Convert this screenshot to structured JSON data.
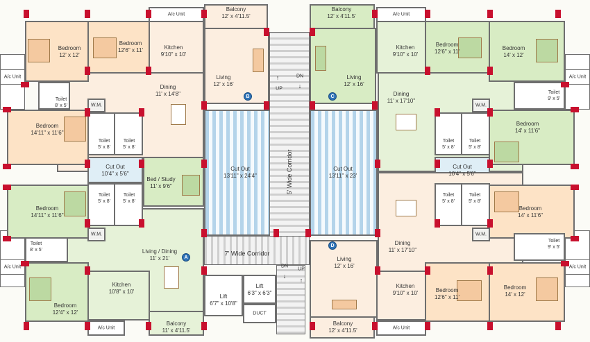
{
  "rooms": {
    "ac_tl": {
      "name": "A/c Unit"
    },
    "balcony_b": {
      "name": "Balcony",
      "size": "12' x 4'11.5'"
    },
    "bedroom_b1": {
      "name": "Bedroom",
      "size": "12' x 12'"
    },
    "bedroom_b2": {
      "name": "Bedroom",
      "size": "12'6\" x 11'"
    },
    "kitchen_b": {
      "name": "Kitchen",
      "size": "9'10\" x 10'"
    },
    "living_b": {
      "name": "Living",
      "size": "12' x 16'"
    },
    "ac_left1": {
      "name": "A/c Unit"
    },
    "toilet_b": {
      "name": "Toilet",
      "size": "8' x 5'"
    },
    "dining_b": {
      "name": "Dining",
      "size": "11' x 14'8\""
    },
    "wm_b": {
      "name": "W.M."
    },
    "bedroom_b3": {
      "name": "Bedroom",
      "size": "14'11\" x 11'6\""
    },
    "toilet_b2": {
      "name": "Toilet",
      "size": "5' x 8'"
    },
    "toilet_b3": {
      "name": "Toilet",
      "size": "5' x 8'"
    },
    "cutout_left": {
      "name": "Cut Out",
      "size": "10'4\" x 5'6\""
    },
    "cutout_a": {
      "name": "Cut Out",
      "size": "13'11\" x 24'4\""
    },
    "corridor5": {
      "name": "5' Wide Corridor"
    },
    "cutout_b": {
      "name": "Cut Out",
      "size": "13'11\" x 23'"
    },
    "bed_study": {
      "name": "Bed / Study",
      "size": "11' x 9'6\""
    },
    "bedroom_a1": {
      "name": "Bedroom",
      "size": "14'11\" x 11'6\""
    },
    "toilet_a2": {
      "name": "Toilet",
      "size": "5' x 8'"
    },
    "toilet_a3": {
      "name": "Toilet",
      "size": "5' x 8'"
    },
    "wm_a": {
      "name": "W.M."
    },
    "toilet_a": {
      "name": "Toilet",
      "size": "8' x 5'"
    },
    "living_dining_a": {
      "name": "Living / Dining",
      "size": "11' x 21'"
    },
    "corridor7": {
      "name": "7' Wide Corridor"
    },
    "ac_left2": {
      "name": "A/c Unit"
    },
    "kitchen_a": {
      "name": "Kitchen",
      "size": "10'8\" x 10'"
    },
    "bedroom_a2": {
      "name": "Bedroom",
      "size": "12'4\" x 12'"
    },
    "ac_bl": {
      "name": "A/c Unit"
    },
    "balcony_a": {
      "name": "Balcony",
      "size": "11' x 4'11.5'"
    },
    "lift1": {
      "name": "Lift",
      "size": "6'7\" x 10'8\""
    },
    "lift2": {
      "name": "Lift",
      "size": "6'3\" x 6'3\""
    },
    "duct": {
      "name": "DUCT"
    },
    "balcony_c": {
      "name": "Balcony",
      "size": "12' x 4'11.5'"
    },
    "ac_tr": {
      "name": "A/c Unit"
    },
    "kitchen_c": {
      "name": "Kitchen",
      "size": "9'10\" x 10'"
    },
    "bedroom_c1": {
      "name": "Bedroom",
      "size": "12'6\" x 11'"
    },
    "bedroom_c2": {
      "name": "Bedroom",
      "size": "14' x 12'"
    },
    "living_c": {
      "name": "Living",
      "size": "12' x 16'"
    },
    "ac_right1": {
      "name": "A/c Unit"
    },
    "dining_c": {
      "name": "Dining",
      "size": "11' x 17'10\""
    },
    "toilet_c": {
      "name": "Toilet",
      "size": "9' x 5'"
    },
    "wm_c": {
      "name": "W.M."
    },
    "toilet_c2": {
      "name": "Toilet",
      "size": "5' x 8'"
    },
    "toilet_c3": {
      "name": "Toilet",
      "size": "5' x 8'"
    },
    "bedroom_c3": {
      "name": "Bedroom",
      "size": "14' x 11'6\""
    },
    "cutout_right": {
      "name": "Cut Out",
      "size": "10'4\" x 5'6\""
    },
    "toilet_d2": {
      "name": "Toilet",
      "size": "5' x 8'"
    },
    "toilet_d3": {
      "name": "Toilet",
      "size": "5' x 8'"
    },
    "bedroom_d1": {
      "name": "Bedroom",
      "size": "14' x 11'6\""
    },
    "wm_d": {
      "name": "W.M."
    },
    "dining_d": {
      "name": "Dining",
      "size": "11' x 17'10\""
    },
    "toilet_d": {
      "name": "Toilet",
      "size": "9' x 5'"
    },
    "living_d": {
      "name": "Living",
      "size": "12' x 16'"
    },
    "ac_right2": {
      "name": "A/c Unit"
    },
    "kitchen_d": {
      "name": "Kitchen",
      "size": "9'10\" x 10'"
    },
    "bedroom_d2": {
      "name": "Bedroom",
      "size": "12'6\" x 11'"
    },
    "bedroom_d3": {
      "name": "Bedroom",
      "size": "14' x 12'"
    },
    "balcony_d": {
      "name": "Balcony",
      "size": "12' x 4'11.5'"
    },
    "ac_br": {
      "name": "A/c Unit"
    }
  },
  "stairs": {
    "up_top": "UP",
    "dn_top": "DN",
    "dn_bottom": "DN",
    "up_bottom": "UP"
  },
  "units": {
    "a": "A",
    "b": "B",
    "c": "C",
    "d": "D"
  },
  "colors": {
    "unit_b": "#fde3c6",
    "unit_a": "#d8ecc4",
    "unit_c": "#d8ecc4",
    "unit_d": "#fde3c6",
    "cutout": "#b4d4ea",
    "pillar": "#c8102e",
    "marker": "#2f73b8"
  }
}
